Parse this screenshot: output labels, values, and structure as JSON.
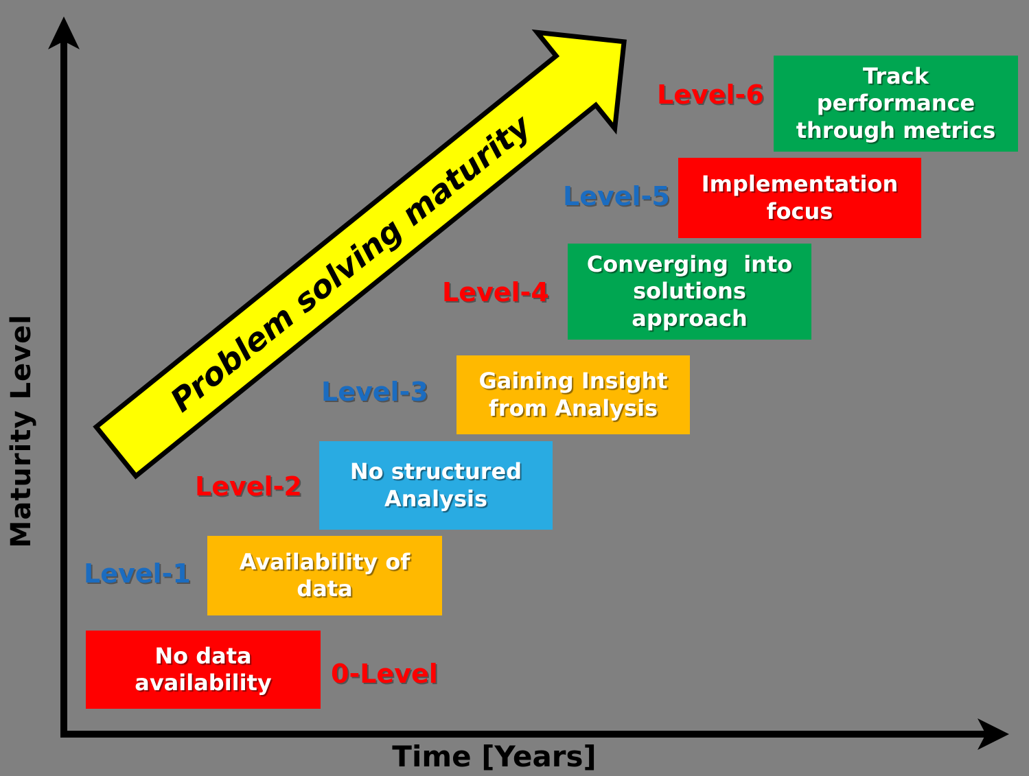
{
  "colors": {
    "background": "#808080",
    "red": "#FF0000",
    "blue": "#1B6CC0",
    "orange": "#FFB900",
    "cyan": "#29ABE2",
    "green": "#00A651",
    "yellow": "#FFFF00",
    "black": "#000000",
    "white": "#FFFFFF"
  },
  "axes": {
    "x_label": "Time [Years]",
    "y_label": "Maturity Level"
  },
  "arrow": {
    "label": "Problem solving maturity"
  },
  "levels": [
    {
      "label": "0-Level",
      "label_color": "red",
      "box_color": "red",
      "text": "No data\navailability"
    },
    {
      "label": "Level-1",
      "label_color": "blue",
      "box_color": "orange",
      "text": "Availability of\ndata"
    },
    {
      "label": "Level-2",
      "label_color": "red",
      "box_color": "cyan",
      "text": "No structured\nAnalysis"
    },
    {
      "label": "Level-3",
      "label_color": "blue",
      "box_color": "orange",
      "text": "Gaining Insight\nfrom Analysis"
    },
    {
      "label": "Level-4",
      "label_color": "red",
      "box_color": "green",
      "text": "Converging  into\nsolutions\napproach"
    },
    {
      "label": "Level-5",
      "label_color": "blue",
      "box_color": "red",
      "text": "Implementation\nfocus"
    },
    {
      "label": "Level-6",
      "label_color": "red",
      "box_color": "green",
      "text": "Track\nperformance\nthrough metrics"
    }
  ]
}
